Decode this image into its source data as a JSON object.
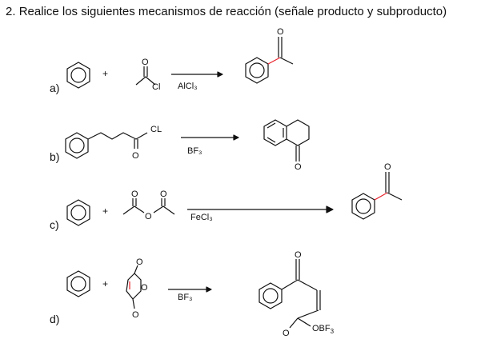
{
  "problem": {
    "number": "2.",
    "instruction": "Realice los siguientes mecanismos de reacción (señale producto y subproducto)"
  },
  "reactions": [
    {
      "label": "a)",
      "reagent": "AlCl₃"
    },
    {
      "label": "b)",
      "reagent": "BF₃"
    },
    {
      "label": "c)",
      "reagent": "FeCl₃"
    },
    {
      "label": "d)",
      "reagent": "BF₃"
    }
  ],
  "atoms": {
    "oxygen": "O",
    "chlorine": "Cl",
    "chlorine_upper": "CL",
    "obf3": "OBF",
    "obf3_sub": "3",
    "plus": "+"
  },
  "colors": {
    "new_bond": "#e8202a",
    "ink": "#111111"
  }
}
